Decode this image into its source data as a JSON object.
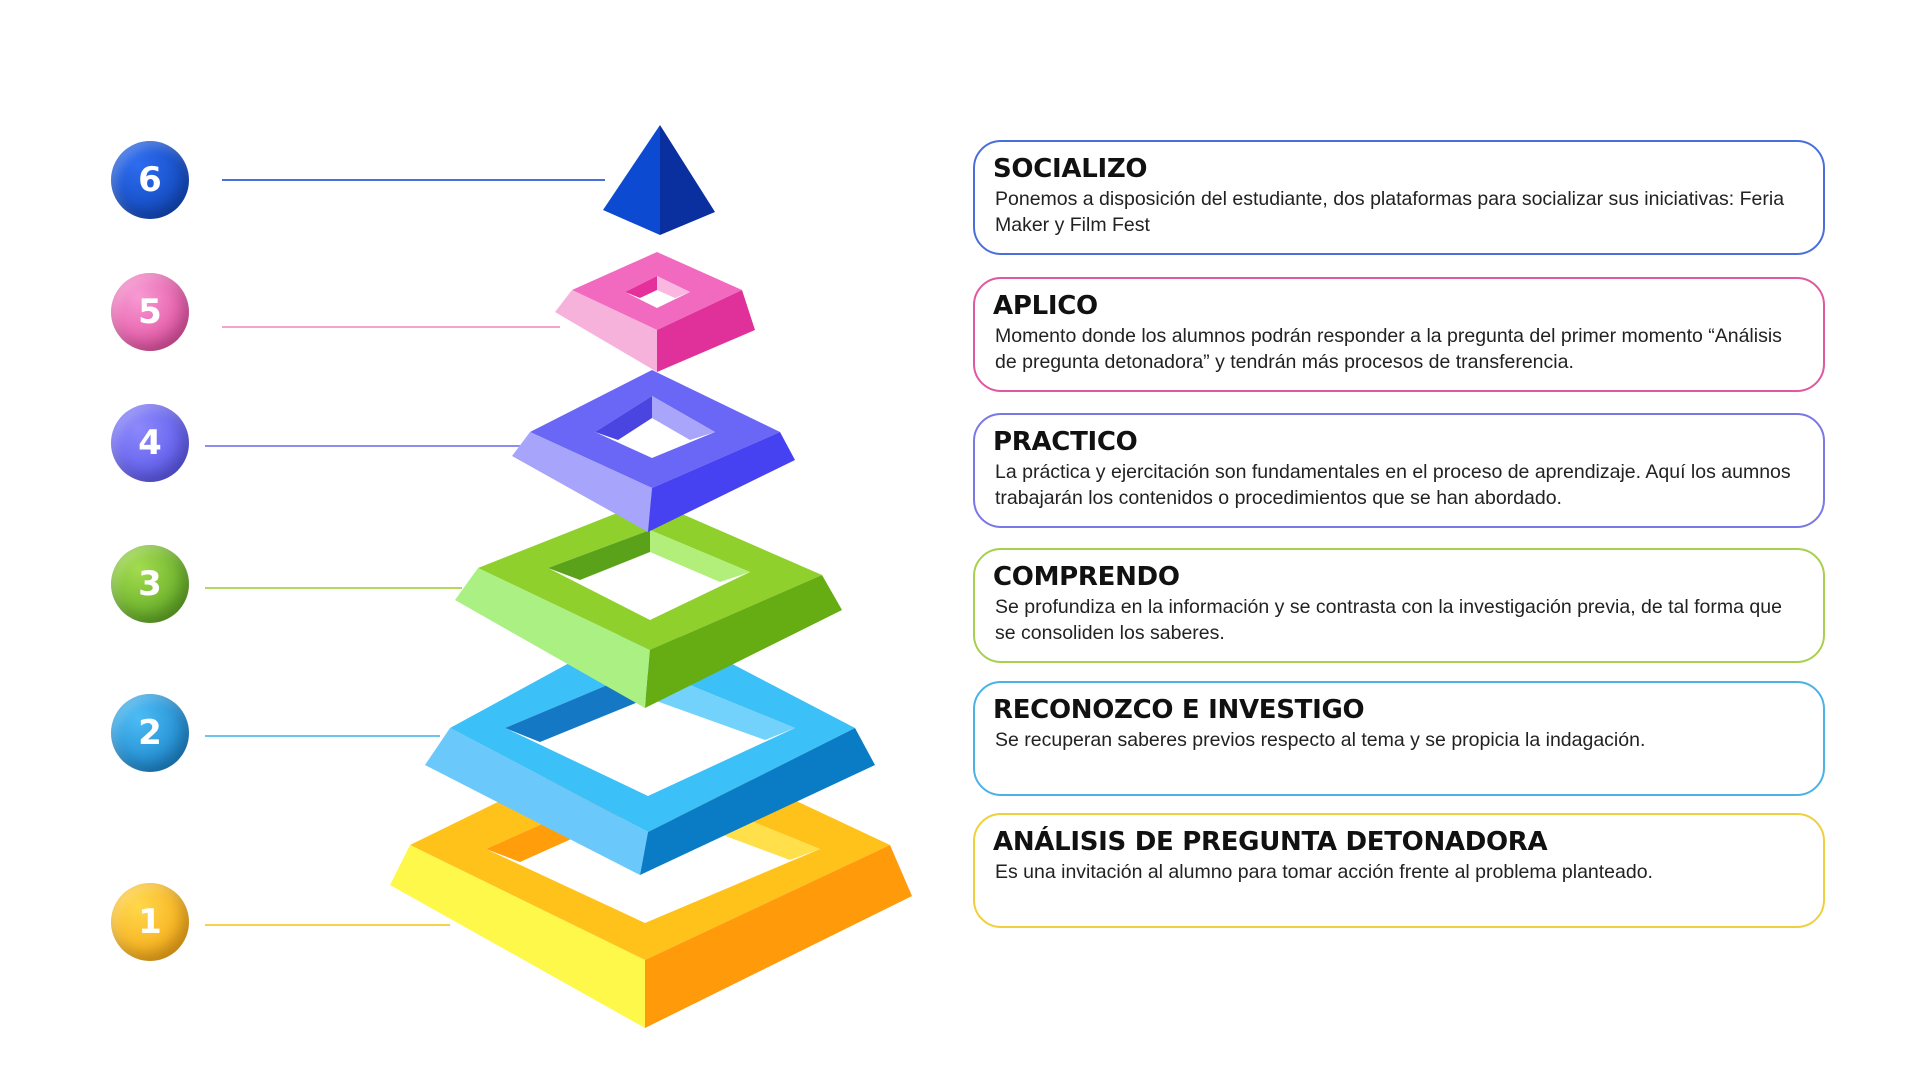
{
  "levels": [
    {
      "number": "6",
      "title": "SOCIALIZO",
      "description": "Ponemos a disposición del estudiante, dos plataformas para socializar sus iniciativas: Feria Maker y Film Fest",
      "color": "#0a49c4",
      "border": "#3d5fd6"
    },
    {
      "number": "5",
      "title": "APLICO",
      "description": "Momento donde los alumnos podrán responder a la pregunta del primer momento “Análisis de pregunta detonadora” y tendrán más procesos de transferencia.",
      "color": "#e8479f",
      "border": "#e0589f"
    },
    {
      "number": "4",
      "title": "PRACTICO",
      "description": "La práctica y ejercitación son fundamentales en el proceso de aprendizaje. Aquí los aumnos trabajarán los contenidos o procedimientos que se han abordado.",
      "color": "#5f5cf0",
      "border": "#7a77e6"
    },
    {
      "number": "3",
      "title": "COMPRENDO",
      "description": "Se profundiza en la información y se contrasta con la investigación previa, de tal forma que se consoliden los saberes.",
      "color": "#6fbb2a",
      "border": "#a9cf4e"
    },
    {
      "number": "2",
      "title": "RECONOZCO E INVESTIGO",
      "description": "Se recuperan saberes previos respecto al tema y se propicia la indagación.",
      "color": "#1f8fd8",
      "border": "#4bb2e8"
    },
    {
      "number": "1",
      "title": "ANÁLISIS DE PREGUNTA DETONADORA",
      "description": "Es una invitación al alumno para tomar acción frente al problema planteado.",
      "color": "#f7b21a",
      "border": "#f0cf3c"
    }
  ]
}
